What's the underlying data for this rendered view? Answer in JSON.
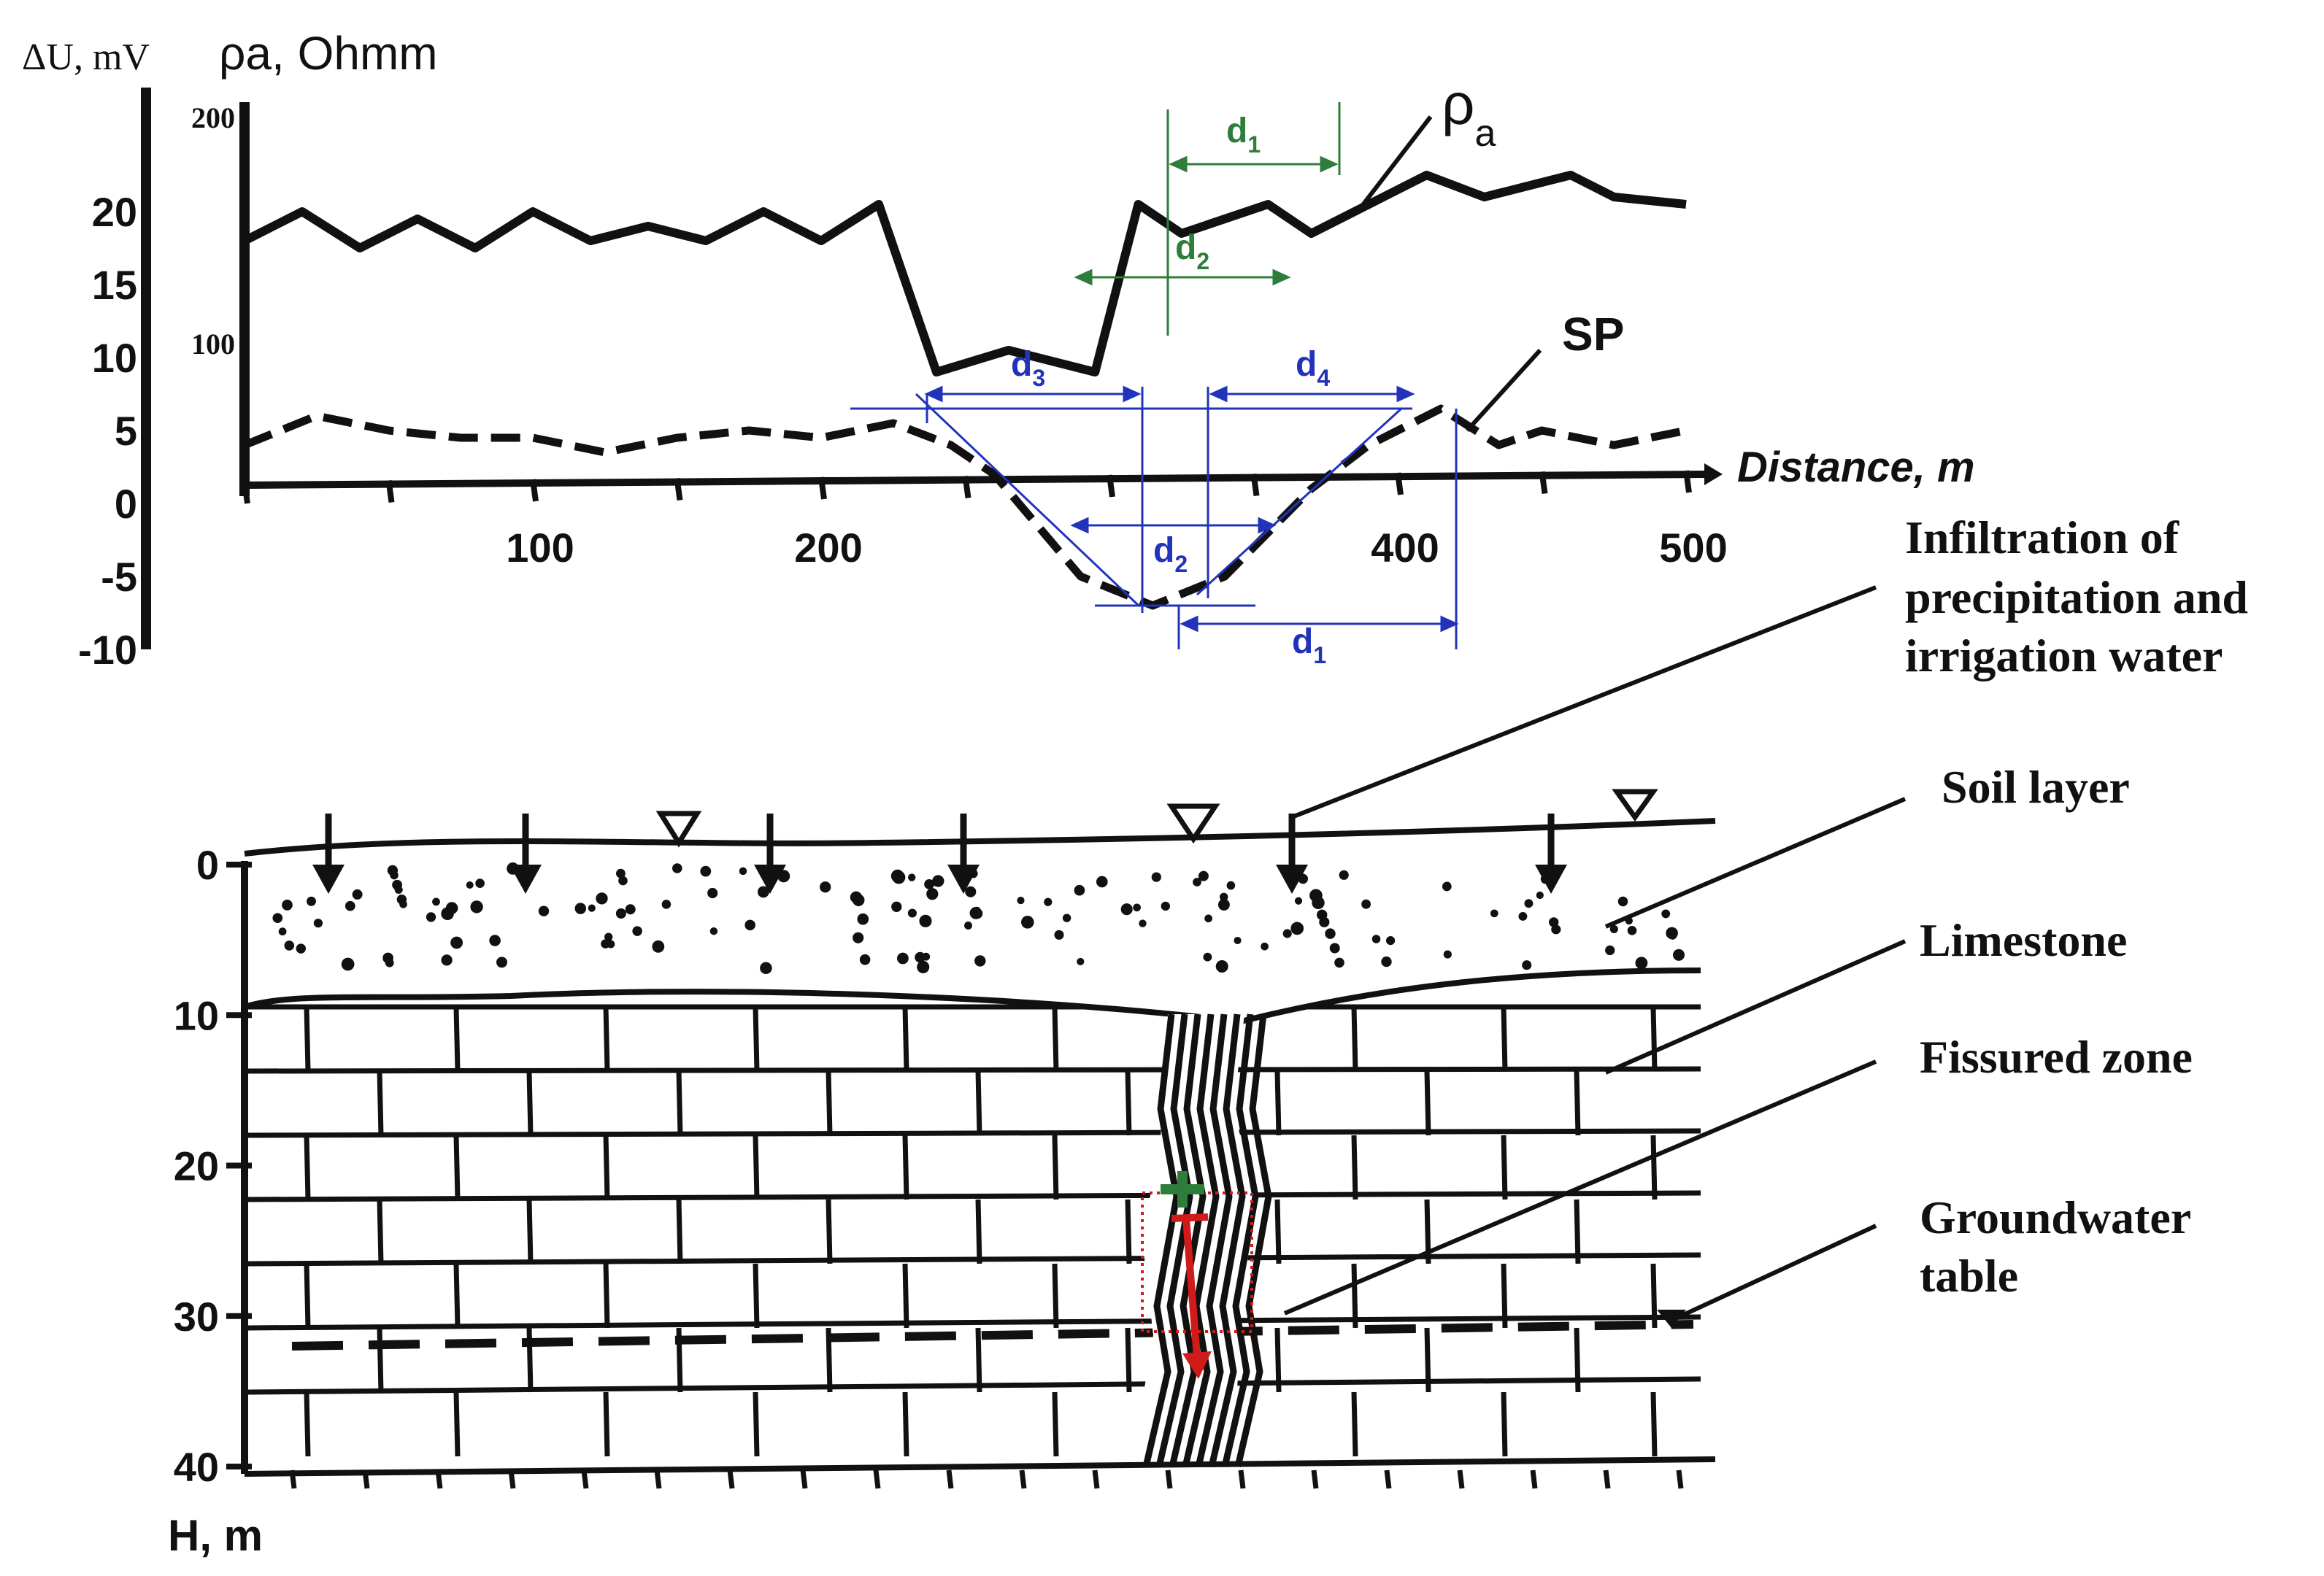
{
  "chart_data": {
    "type": "line",
    "ylabel_left": "ΔU, mV",
    "ylabel_right": "ρa, Ohmm",
    "xlabel": "Distance, m",
    "x_ticks": [
      "100",
      "200",
      "400",
      "500"
    ],
    "y_ticks_left": [
      "20",
      "15",
      "10",
      "5",
      "0",
      "-5",
      "-10"
    ],
    "y_ticks_right": [
      "200",
      "100"
    ],
    "series": [
      {
        "name": "ρa",
        "x": [
          0,
          20,
          40,
          60,
          80,
          100,
          120,
          140,
          160,
          180,
          200,
          220,
          240,
          265,
          295,
          310,
          325,
          355,
          370,
          390,
          410,
          430,
          460,
          475,
          500
        ],
        "y": [
          18,
          20,
          17.5,
          19.5,
          17.5,
          20,
          18,
          19,
          18,
          20,
          18,
          20.5,
          9,
          10.5,
          9,
          20.5,
          18.5,
          20.5,
          18.5,
          20.5,
          22.5,
          21,
          22.5,
          21,
          20.5
        ],
        "units": "ΔU axis scale"
      },
      {
        "name": "SP",
        "x": [
          0,
          25,
          50,
          75,
          100,
          125,
          150,
          175,
          200,
          225,
          245,
          260,
          290,
          315,
          340,
          370,
          390,
          415,
          435,
          450,
          475,
          500
        ],
        "y": [
          4,
          6,
          5,
          4.5,
          4.5,
          3.5,
          4.5,
          5,
          4.5,
          5.5,
          4,
          2,
          -5,
          -7,
          -5,
          1,
          4,
          6.5,
          4,
          5,
          4,
          5
        ],
        "units": "mV"
      }
    ],
    "annotations": {
      "rho_label": "ρ",
      "rho_sub": "a",
      "sp_label": "SP",
      "d1": "d",
      "d1_sub": "1",
      "d2": "d",
      "d2_sub": "2",
      "d3": "d",
      "d3_sub": "3",
      "d4": "d",
      "d4_sub": "4"
    }
  },
  "section": {
    "depth_label": "H, m",
    "depth_ticks": [
      "0",
      "10",
      "20",
      "30",
      "40"
    ],
    "legend": [
      "Infiltration of",
      "precipitation and",
      "irrigation water",
      "Soil layer",
      "Limestone",
      "Fissured zone",
      "Groundwater",
      "table"
    ]
  },
  "colors": {
    "ink": "#111111",
    "blue": "#2233bb",
    "green": "#2e7d3a",
    "red": "#d11a1a"
  }
}
